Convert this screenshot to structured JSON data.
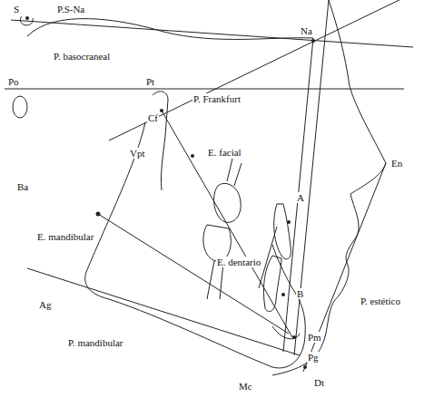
{
  "diagram": {
    "labels": [
      "S",
      "P.S-Na",
      "Na",
      "P. basocraneal",
      "Po",
      "Pt",
      "P. Frankfurt",
      "Cf",
      "Vpt",
      "E. facial",
      "Ba",
      "En",
      "E. mandibular",
      "A",
      "E. dentario",
      "B",
      "Ag",
      "P. estético",
      "P. mandibular",
      "Pm",
      "Pg",
      "Mc",
      "Dt"
    ]
  }
}
